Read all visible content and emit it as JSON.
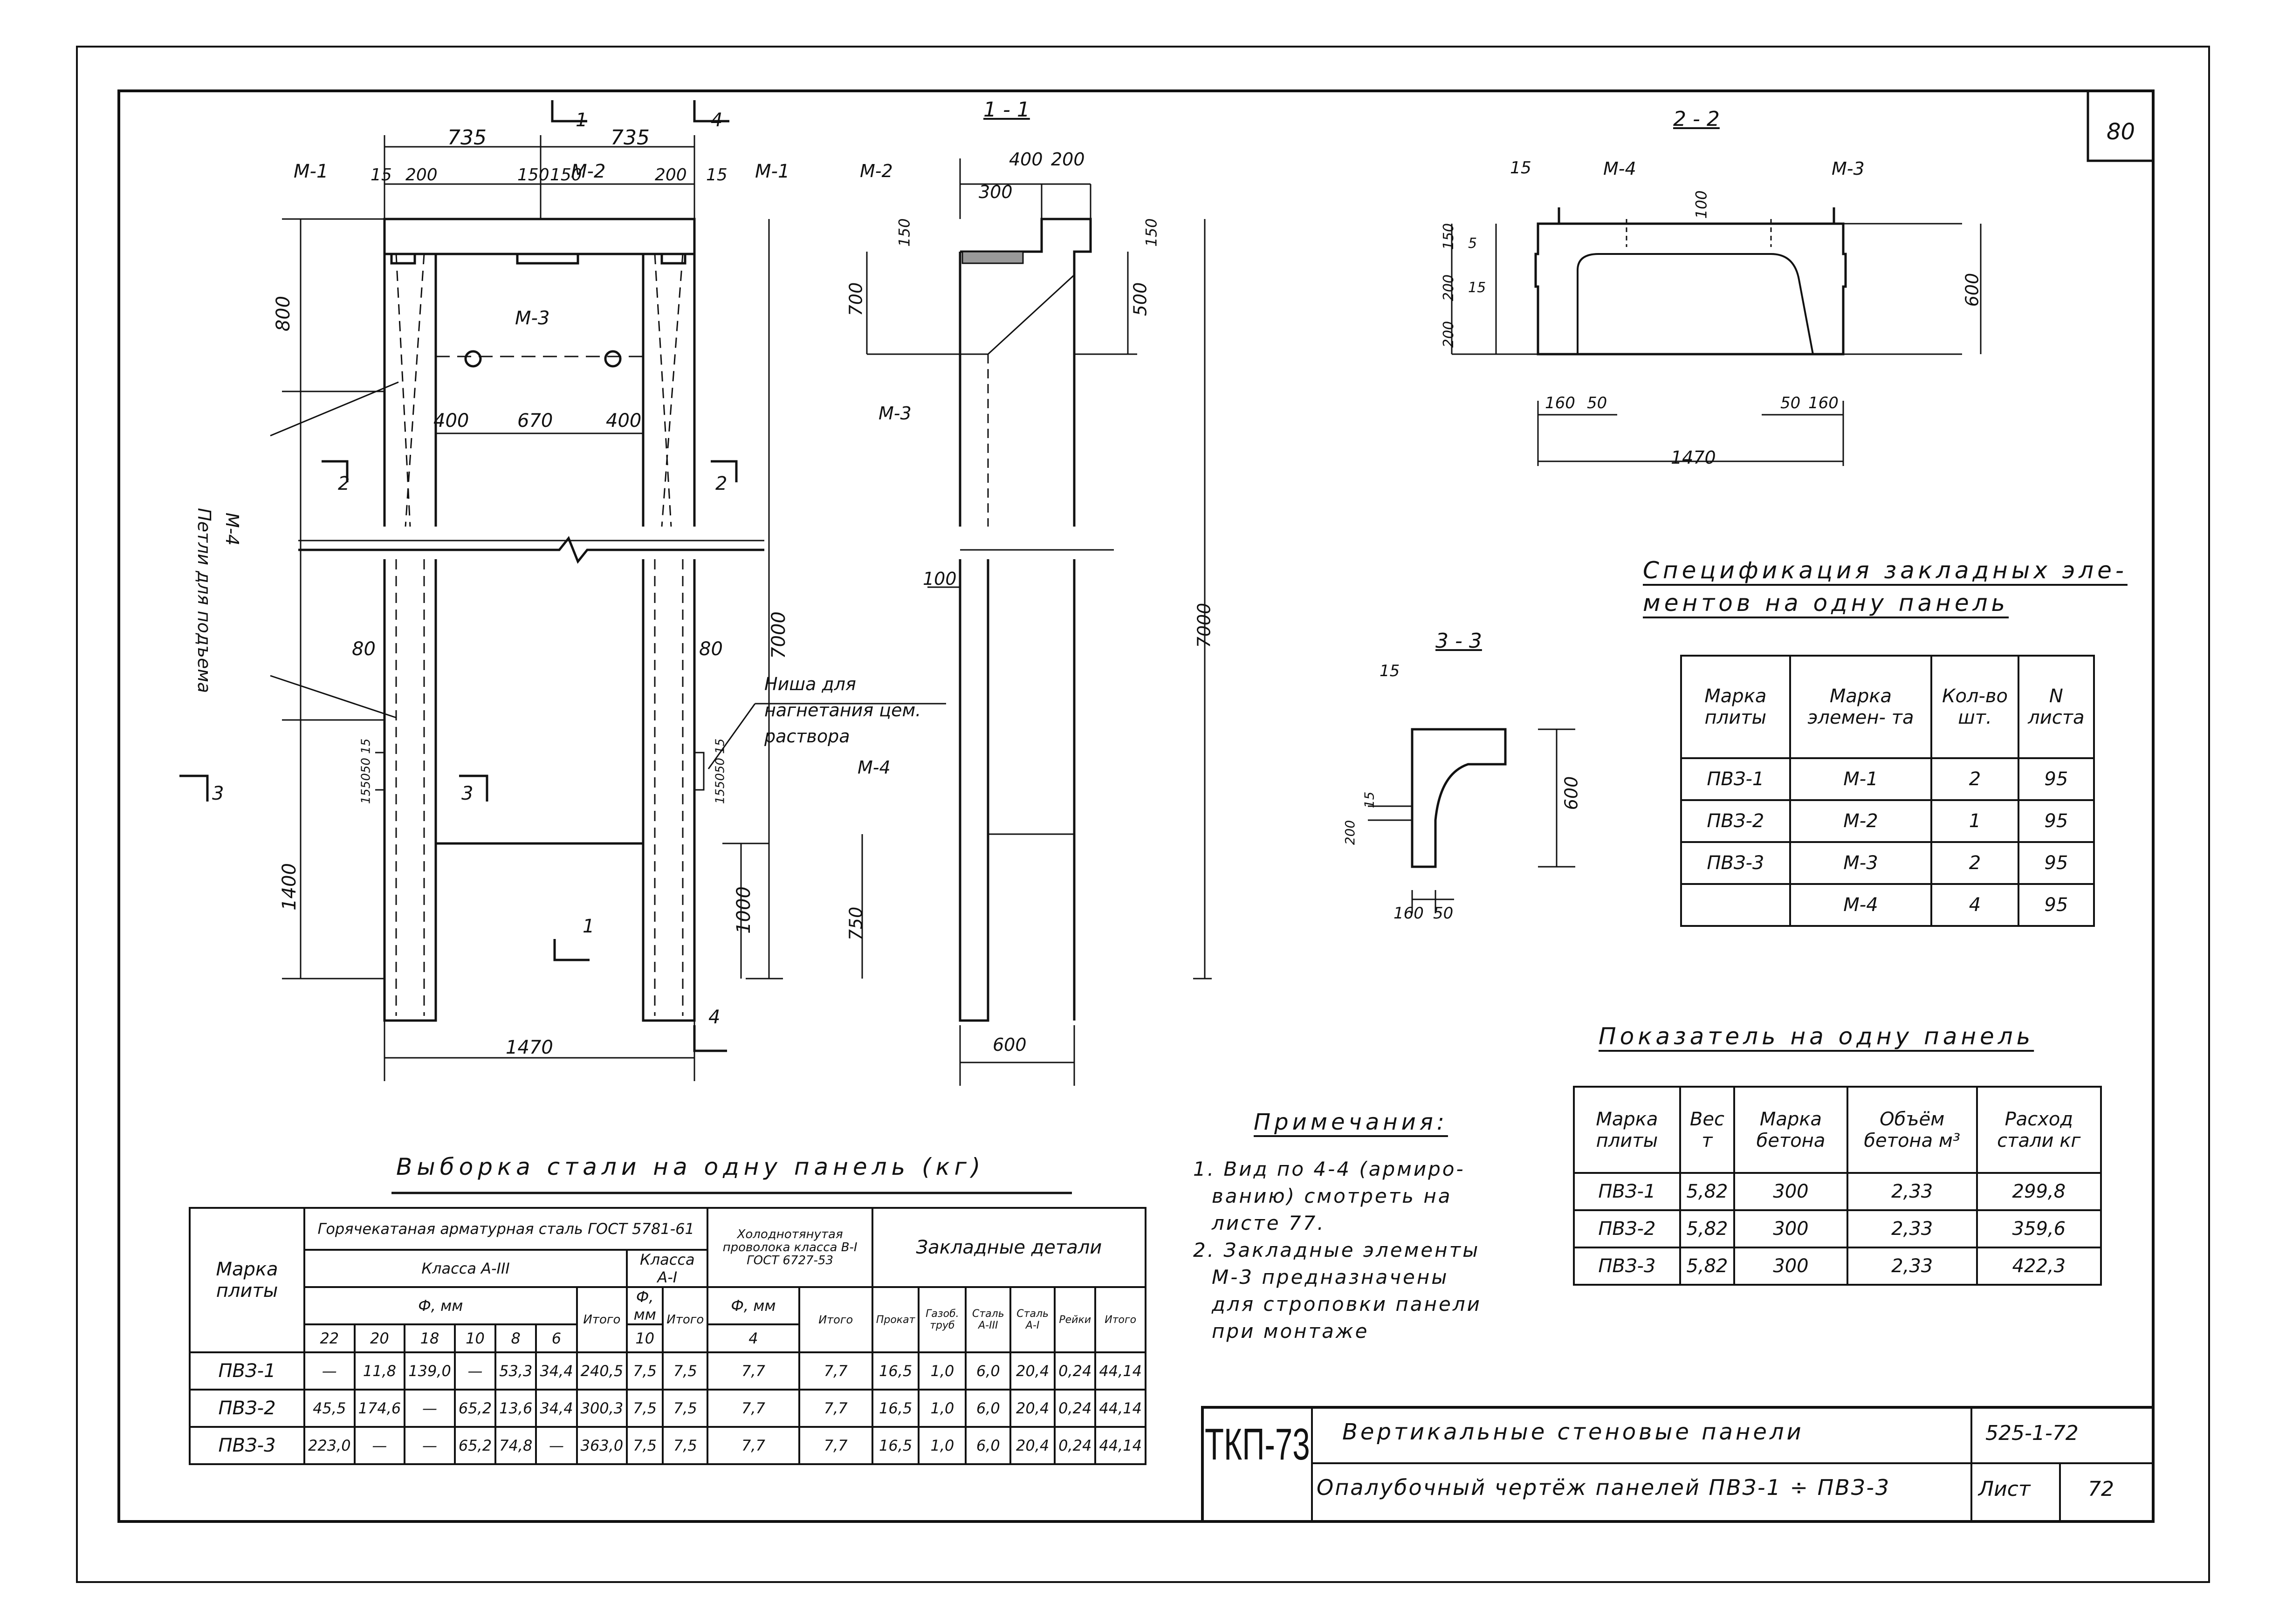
{
  "sheet": {
    "number": "80"
  },
  "plan": {
    "labels": {
      "dim_735_left": "735",
      "dim_735_right": "735",
      "mark_m1_left": "М-1",
      "mark_m1_right": "М-1",
      "mark_m2": "М-2",
      "mark_m3": "М-3",
      "mark_m4": "М-4",
      "d15a": "15",
      "d200a": "200",
      "d150a": "150",
      "d150b": "150",
      "d200b": "200",
      "d15b": "15",
      "d800": "800",
      "d400a": "400",
      "d670": "670",
      "d400b": "400",
      "d80a": "80",
      "d80b": "80",
      "d7000": "7000",
      "d1400": "1400",
      "d1000": "1000",
      "d1470": "1470",
      "d15505015a": "155050 15",
      "d15505015b": "155050 15",
      "cut1_top": "1",
      "cut4_top": "4",
      "cut1_bottom": "1",
      "cut4_bottom": "4",
      "cut2_left": "2",
      "cut2_right": "2",
      "cut3_left": "3",
      "cut3_mid": "3",
      "lift_loops": "Петли для подъема",
      "niche": "Ниша для нагнетания цем. раствора"
    }
  },
  "section11": {
    "title": "1 - 1",
    "labels": {
      "d400": "400",
      "d200": "200",
      "d300": "300",
      "d150a": "150",
      "d150b": "150",
      "d700": "700",
      "d500": "500",
      "d7000": "7000",
      "d100": "100",
      "d750": "750",
      "d600": "600",
      "m2": "М-2",
      "m3": "М-3",
      "m4": "М-4"
    }
  },
  "section22": {
    "title": "2 - 2",
    "labels": {
      "d15": "15",
      "m4": "М-4",
      "m3": "М-3",
      "d100": "100",
      "d150": "150",
      "d5": "5",
      "d200a": "200",
      "d15b": "15",
      "d200b": "200",
      "d600": "600",
      "d160a": "160",
      "d50a": "50",
      "d50b": "50",
      "d160b": "160",
      "d1470": "1470"
    }
  },
  "section33": {
    "title": "3 - 3",
    "labels": {
      "d15": "15",
      "d200": "200",
      "d15b": "15",
      "d600": "600",
      "d160": "160",
      "d50": "50"
    }
  },
  "spec": {
    "title_line1": "Спецификация закладных эле-",
    "title_line2": "ментов на одну панель",
    "headers": [
      "Марка плиты",
      "Марка элемен- та",
      "Кол-во шт.",
      "N листа"
    ],
    "rows": [
      [
        "ПВЗ-1",
        "М-1",
        "2",
        "95"
      ],
      [
        "ПВЗ-2",
        "М-2",
        "1",
        "95"
      ],
      [
        "ПВЗ-3",
        "М-3",
        "2",
        "95"
      ],
      [
        "",
        "М-4",
        "4",
        "95"
      ]
    ]
  },
  "indicators": {
    "title": "Показатель на одну панель",
    "headers": [
      "Марка плиты",
      "Вес т",
      "Марка бетона",
      "Объём бетона м³",
      "Расход стали кг"
    ],
    "rows": [
      [
        "ПВЗ-1",
        "5,82",
        "300",
        "2,33",
        "299,8"
      ],
      [
        "ПВЗ-2",
        "5,82",
        "300",
        "2,33",
        "359,6"
      ],
      [
        "ПВЗ-3",
        "5,82",
        "300",
        "2,33",
        "422,3"
      ]
    ]
  },
  "notes": {
    "title": "Примечания:",
    "lines": [
      "1. Вид по 4-4 (армиро-",
      "ванию) смотреть на",
      "листе 77.",
      "2. Закладные элементы",
      "М-3 предназначены",
      "для строповки панели",
      "при монтаже"
    ]
  },
  "steel": {
    "title": "Выборка стали на одну панель (кг)",
    "h_mark": "Марка плиты",
    "h_hot": "Горячекатаная арматурная сталь ГОСТ 5781-61",
    "h_cold": "Холоднотянутая проволока класса В-I ГОСТ 6727-53",
    "h_emb": "Закладные детали",
    "h_a3": "Класса А-III",
    "h_a1": "Класса А-I",
    "h_dmm1": "Ф, мм",
    "h_dmm2": "Ф, мм",
    "h_dmm3": "Ф, мм",
    "h_tot1": "Итого",
    "h_tot2": "Итого",
    "h_tot3": "Итого",
    "d_a3": [
      "22",
      "20",
      "18",
      "10",
      "8",
      "6"
    ],
    "d_a1": "10",
    "d_b1": "4",
    "emb_cols": [
      "Прокат",
      "Газоб. труб",
      "Сталь А-III",
      "Сталь А-I",
      "Рейки",
      "Итого"
    ],
    "rows": [
      [
        "ПВЗ-1",
        "—",
        "11,8",
        "139,0",
        "—",
        "53,3",
        "34,4",
        "240,5",
        "7,5",
        "7,5",
        "7,7",
        "7,7",
        "16,5",
        "1,0",
        "6,0",
        "20,4",
        "0,24",
        "44,14"
      ],
      [
        "ПВЗ-2",
        "45,5",
        "174,6",
        "—",
        "65,2",
        "13,6",
        "34,4",
        "300,3",
        "7,5",
        "7,5",
        "7,7",
        "7,7",
        "16,5",
        "1,0",
        "6,0",
        "20,4",
        "0,24",
        "44,14"
      ],
      [
        "ПВЗ-3",
        "223,0",
        "—",
        "—",
        "65,2",
        "74,8",
        "—",
        "363,0",
        "7,5",
        "7,5",
        "7,7",
        "7,7",
        "16,5",
        "1,0",
        "6,0",
        "20,4",
        "0,24",
        "44,14"
      ]
    ]
  },
  "stamp": {
    "code": "ТКП-73",
    "line1": "Вертикальные стеновые панели",
    "line2": "Опалубочный чертёж панелей ПВЗ-1 ÷ ПВЗ-3",
    "series": "525-1-72",
    "sheet_label": "Лист",
    "sheet_no": "72"
  }
}
